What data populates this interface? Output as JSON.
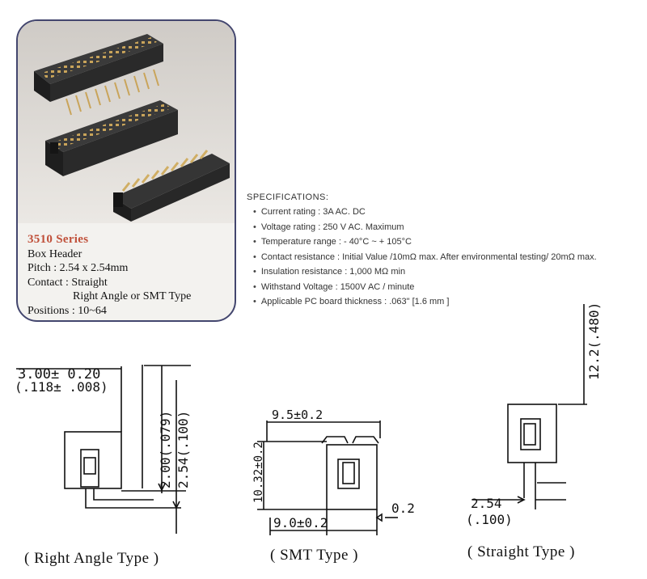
{
  "product": {
    "series": "3510 Series",
    "name": "Box Header",
    "pitch": "Pitch : 2.54 x 2.54mm",
    "contact_line1": "Contact : Straight",
    "contact_line2": "Right Angle or SMT Type",
    "positions": "Positions : 10~64"
  },
  "specs": {
    "title": "SPECIFICATIONS:",
    "items": [
      "Current rating : 3A  AC. DC",
      "Voltage rating : 250 V  AC. Maximum",
      "Temperature range : - 40°C ~ + 105°C",
      "Contact resistance : Initial Value /10mΩ max. After  environmental  testing/ 20mΩ max.",
      "Insulation resistance : 1,000 MΩ min",
      "Withstand Voltage : 1500V  AC / minute",
      "Applicable PC  board thickness : .063\"  [1.6 mm ]"
    ]
  },
  "drawings": {
    "right_angle": {
      "caption": "( Right  Angle  Type )",
      "dim_top_1": "3.00± 0.20",
      "dim_top_2": "(.118± .008)",
      "dim_v1": "2.00(.079)",
      "dim_v2": "2.54(.100)"
    },
    "smt": {
      "caption": "( SMT  Type )",
      "dim_top": "9.5±0.2",
      "dim_left": "10.32±0.2",
      "dim_bottom": "9.0±0.2",
      "dim_right": "0.2"
    },
    "straight": {
      "caption": "( Straight  Type )",
      "dim_v": "12.2(.480)",
      "dim_pitch_1": "2.54",
      "dim_pitch_2": "(.100)"
    }
  }
}
